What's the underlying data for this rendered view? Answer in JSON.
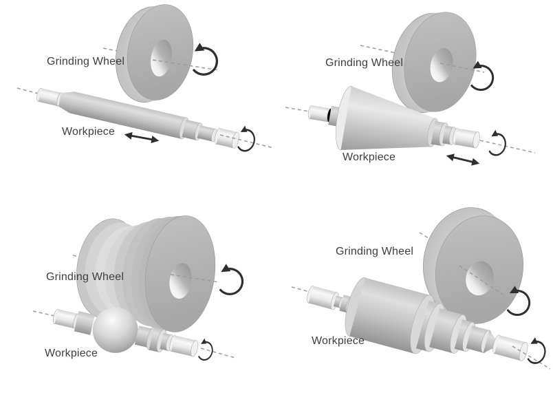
{
  "figure": {
    "background": "#ffffff",
    "colors": {
      "metal_light": "#f2f2f2",
      "metal_mid": "#b8b8b8",
      "metal_dark": "#8f8f8f",
      "label_text": "#3d3d3d",
      "arrow": "#2e2e2e",
      "dashed_axis": "#9b9b9b"
    },
    "panels": [
      {
        "position": "top-left",
        "workpiece_shape": "straight-cylinder",
        "grinding_wheel_label": "Grinding Wheel",
        "workpiece_label": "Workpiece"
      },
      {
        "position": "top-right",
        "workpiece_shape": "tapered-cone",
        "grinding_wheel_label": "Grinding Wheel",
        "workpiece_label": "Workpiece"
      },
      {
        "position": "bottom-left",
        "workpiece_shape": "spherical-form",
        "grinding_wheel_label": "Grinding Wheel",
        "workpiece_label": "Workpiece"
      },
      {
        "position": "bottom-right",
        "workpiece_shape": "stepped-shaft",
        "grinding_wheel_label": "Grinding Wheel",
        "workpiece_label": "Workpiece"
      }
    ]
  }
}
